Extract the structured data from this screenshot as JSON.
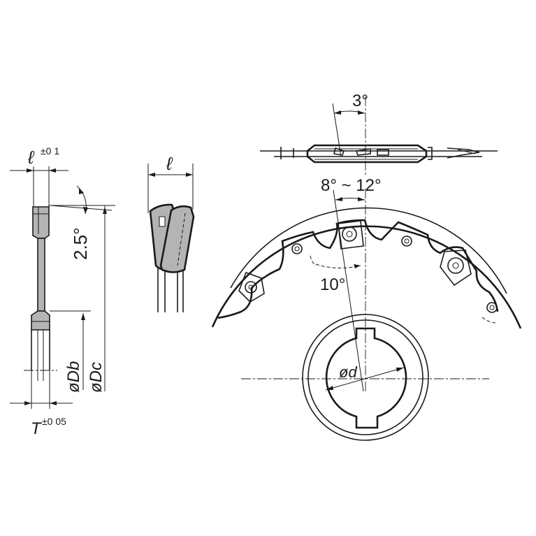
{
  "side_view": {
    "width_label": "ℓ",
    "width_tol": "±0 1",
    "angle_label": "2.5°",
    "dia_boss_label": "øDb",
    "dia_cutter_label": "øDc",
    "thickness_label": "T",
    "thickness_tol": "±0 05"
  },
  "insert_view": {
    "width_label": "ℓ"
  },
  "top_view": {
    "angle_label": "3°"
  },
  "front_view": {
    "range_label": "8° ~ 12°",
    "pitch_label": "10°",
    "bore_label": "ød"
  },
  "colors": {
    "line": "#1a1a1a",
    "section_fill": "#b4b4b4",
    "background": "#ffffff"
  }
}
